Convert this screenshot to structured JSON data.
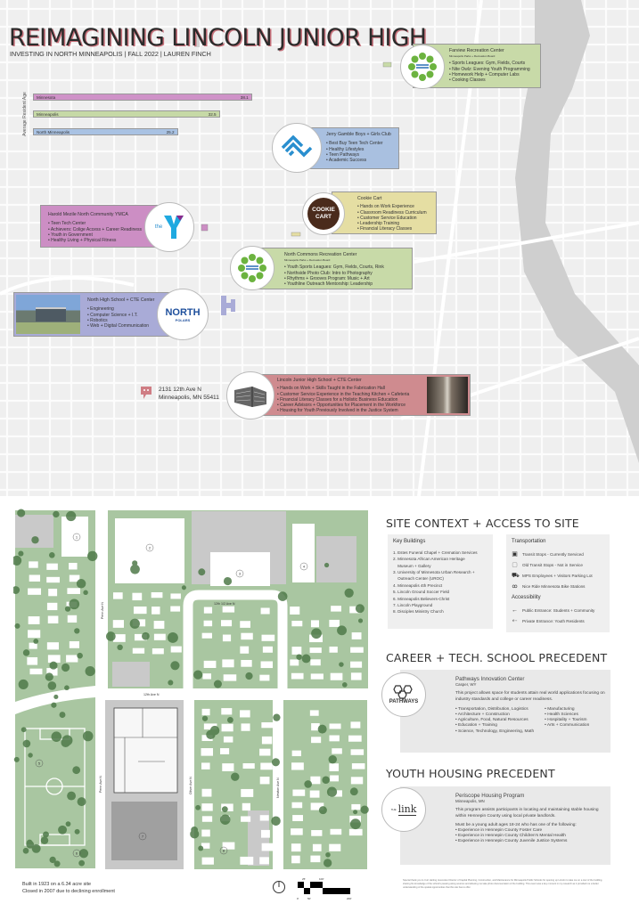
{
  "header": {
    "title": "REIMAGINING LINCOLN JUNIOR HIGH",
    "subtitle": "INVESTING IN NORTH MINNEAPOLIS | FALL 2022 | LAUREN FINCH"
  },
  "chart_data": {
    "type": "bar",
    "orientation": "horizontal",
    "ylabel": "Average Resident Age",
    "categories": [
      "Minnesota",
      "Minneapolis",
      "North Minneapolis"
    ],
    "values": [
      38.1,
      32.5,
      25.2
    ],
    "value_labels": [
      "38.1",
      "32.5",
      "25.2"
    ],
    "colors": [
      "#cf92c8",
      "#c6d9a6",
      "#a9c2e3"
    ]
  },
  "colors": {
    "green": "#c8daa8",
    "blue": "#a9c0e0",
    "yellow": "#e5dea3",
    "pink": "#cc8ec4",
    "periwinkle": "#a9abd7",
    "rose": "#cf8b8f",
    "site_green": "#a9c6a1"
  },
  "centers": [
    {
      "name": "Farview Recreation Center",
      "sub": "Minneapolis Parks + Recreation Board",
      "items": [
        "Sports Leagues: Gym, Fields, Courts",
        "Nite Owlz: Evening Youth Programming",
        "Homework Help + Computer Labs",
        "Cooking Classes"
      ],
      "icon": "parks-trees-icon"
    },
    {
      "name": "Jerry Gamble Boys + Girls Club",
      "items": [
        "Best Buy Teen Tech Center",
        "Healthy Lifestyles",
        "Teen Pathways",
        "Academic Success"
      ],
      "icon": "boys-girls-club-logo"
    },
    {
      "name": "Cookie Cart",
      "items": [
        "Hands on Work Experience",
        "Classroom Readiness Curriculum",
        "Customer Service Education",
        "Leadership Training",
        "Financial Literacy Classes"
      ],
      "logo_text": "COOKIE CART"
    },
    {
      "name": "Harold Mezile North Community YMCA",
      "items": [
        "Teen Tech Center",
        "Achievers: Colige Access + Career Readiness",
        "Youth in Government",
        "Healthy Living + Physical Fitness"
      ],
      "logo_text": "the"
    },
    {
      "name": "North Commons Recreation Center",
      "sub": "Minneapolis Parks + Recreation Board",
      "items": [
        "Youth Sports Leagues: Gym, Fields, Courts, Rink",
        "Northside Photo Club: Intro to Photography",
        "Rhythms + Grooves Program: Music + Art",
        "Youthline Outreach Mentorship: Leadership"
      ]
    },
    {
      "name": "North High School + CTE Center",
      "items": [
        "Engineering",
        "Computer Science + I.T.",
        "Robotics",
        "Web + Digital Communication"
      ],
      "logo_text": "NORTH",
      "logo_sub": "POLARS"
    },
    {
      "name": "Lincoln Junior High School + CTE Center",
      "items": [
        "Hands on Work + Skills Taught in the Fabrication Hall",
        "Customer Service Experience in the Teaching Kitchen + Cafeteria",
        "Financial Literacy Classes for a Holistic Business Education",
        "Career Advisors + Opportunities for Placement in the Workforce",
        "Housing for Youth Previously Involved in the Justice System"
      ]
    }
  ],
  "address": {
    "line1": "2131 12th Ave N",
    "line2": "Minneapolis, MN 55411"
  },
  "site_plan": {
    "streets": [
      "Penn Ave N",
      "12th 1/2 Ave N",
      "12th Ave N",
      "Penn Ave N",
      "Oliver Ave N",
      "Newton Ave N"
    ],
    "markers": [
      "1",
      "2",
      "3",
      "4",
      "5",
      "6",
      "7",
      "8"
    ]
  },
  "site_facts": [
    "Built in 1923 on a 6.34 acre site",
    "Closed in 2007 due to declining enrollment"
  ],
  "scale": {
    "labels_top": [
      "25'",
      "100'"
    ],
    "labels_bottom": [
      "0'",
      "50'",
      "200'"
    ]
  },
  "site_context": {
    "title": "SITE CONTEXT + ACCESS TO SITE",
    "key_title": "Key Buildings",
    "key_buildings": [
      "1. Estes Funeral Chapel + Cremation Services",
      "2. Minnesota African American Heritage",
      "    Museum + Gallery",
      "3. University of Minnesota Urban Research +",
      "    Outreach Center (UROC)",
      "4. Minneapolis 4th Precinct",
      "5. Lincoln Ground Soccer Field",
      "6. Minneapolis Believers-Christ",
      "7. Lincoln Playground",
      "8. Disciples Ministry Church"
    ],
    "transport_title": "Transportation",
    "transport": [
      {
        "icon": "bus-icon",
        "label": "Transit Stops - Currently Serviced"
      },
      {
        "icon": "old-bus-icon",
        "label": "Old Transit Stops - Not in Service"
      },
      {
        "icon": "car-icon",
        "label": "MPS Employees + Visitors Parking Lot"
      },
      {
        "icon": "bike-icon",
        "label": "Nice Ride Minnesota Bike Stations"
      }
    ],
    "access_title": "Accessibility",
    "access": [
      "Public Entrance: Students + Community",
      "Private Entrance: Youth Residents"
    ]
  },
  "career": {
    "title": "CAREER + TECH. SCHOOL PRECEDENT",
    "name": "Pathways Innovation Center",
    "location": "Casper, WY",
    "logo_text": "PATHWAYS",
    "desc": "This project allows space for students attain real world applications focusing on industry standards and college or career readiness.",
    "col1": [
      "Transportation, Distribution, Logistics",
      "Architecture + Construction",
      "Agriculture, Food, Natural Resources",
      "Education + Training",
      "Science, Technology, Engineering, Math"
    ],
    "col2": [
      "Manufacturing",
      "Health Sciences",
      "Hospitality + Tourism",
      "Arts + Communication"
    ]
  },
  "housing": {
    "title": "YOUTH HOUSING PRECEDENT",
    "name": "Periscope Housing Program",
    "location": "Minneapolis, MN",
    "logo_text": "link",
    "logo_pre": "THE",
    "desc": "This program assists participants in locating and maintaining stable housing within Hennepin County using local private landlords.",
    "req": "Must be a young adult ages 18-24 who has one of the following:",
    "items": [
      "Experience in Hennepin County Foster Care",
      "Experience in Hennepin County Children's Mental Health",
      "Experience in Hennepin County Juvenile Justice Systems"
    ]
  },
  "acknowledgement": "Special thank you to Curt Harting, Executive Director of Capital Planning, Construction, and Maintenance for Minneapolis Public Schools for opening up Lincoln to take me on a tour of the building, sharing his knowledge of the school's passing along sources and allowing me take photo documentation of the building. This event was a key moment in my research as it provided me a better understanding of the spatial opportunities that this site has to offer."
}
